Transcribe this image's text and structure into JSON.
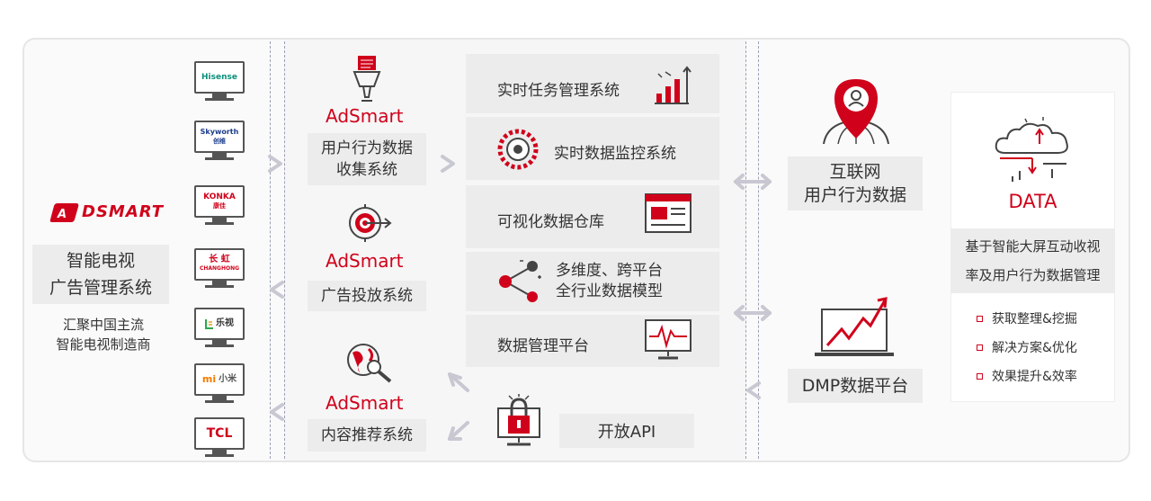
{
  "left": {
    "logo_text": "DSMART",
    "title_lines": [
      "智能电视",
      "广告管理系统"
    ],
    "desc_lines": [
      "汇聚中国主流",
      "智能电视制造商"
    ]
  },
  "tv_brands": [
    {
      "name": "Hisense",
      "sub": ""
    },
    {
      "name": "Skyworth",
      "sub": "创维"
    },
    {
      "name": "KONKA",
      "sub": "康佳"
    },
    {
      "name": "长 虹",
      "sub": "CHANGHONG"
    },
    {
      "name": "乐视",
      "sub": ""
    },
    {
      "name": "mi",
      "sub": "小米"
    },
    {
      "name": "TCL",
      "sub": ""
    }
  ],
  "adsmart": [
    {
      "brand": "AdSmart",
      "label_lines": [
        "用户行为数据",
        "收集系统"
      ]
    },
    {
      "brand": "AdSmart",
      "label_lines": [
        "广告投放系统"
      ]
    },
    {
      "brand": "AdSmart",
      "label_lines": [
        "内容推荐系统"
      ]
    }
  ],
  "center_rows": [
    {
      "label": "实时任务管理系统"
    },
    {
      "label": "实时数据监控系统"
    },
    {
      "label": "可视化数据仓库"
    },
    {
      "label_lines": [
        "多维度、跨平台",
        "全行业数据模型"
      ]
    },
    {
      "label": "数据管理平台"
    }
  ],
  "open_api": "开放API",
  "right": {
    "internet_lines": [
      "互联网",
      "用户行为数据"
    ],
    "dmp": "DMP数据平台",
    "data_title": "DATA",
    "data_desc_lines": [
      "基于智能大屏互动收视",
      "率及用户行为数据管理"
    ],
    "bullets": [
      "获取整理&挖掘",
      "解决方案&优化",
      "效果提升&效率"
    ]
  },
  "colors": {
    "accent": "#d0021b",
    "box": "#ececec",
    "arrow": "#c8c8d2"
  }
}
